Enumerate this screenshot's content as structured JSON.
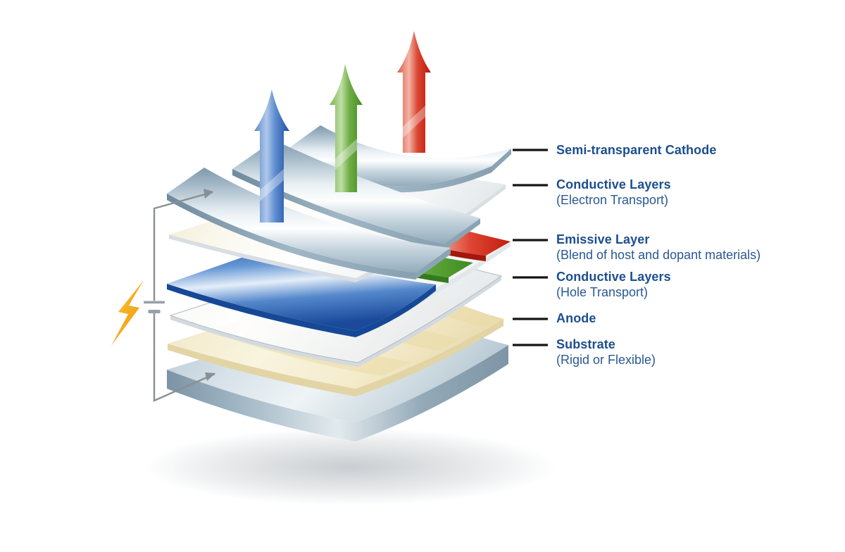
{
  "figure": {
    "type": "exploded-layer-diagram",
    "subject": "OLED layer structure",
    "callouts": [
      {
        "title": "Semi-transparent Cathode",
        "subtitle": ""
      },
      {
        "title": "Conductive Layers",
        "subtitle": "(Electron Transport)"
      },
      {
        "title": "Emissive Layer",
        "subtitle": "(Blend of host and dopant materials)"
      },
      {
        "title": "Conductive Layers",
        "subtitle": "(Hole Transport)"
      },
      {
        "title": "Anode",
        "subtitle": ""
      },
      {
        "title": "Substrate",
        "subtitle": "(Rigid or Flexible)"
      }
    ],
    "colors": {
      "label_text": "#1C4E8E",
      "label_subtext": "#2A5895",
      "leader_line": "#151515",
      "wire": "#8A8F94",
      "battery": "#98A0A8",
      "bolt_orange": "#F6A51F",
      "arrow_blue": "#2F63B5",
      "arrow_green": "#58A437",
      "arrow_red": "#D5281B",
      "cathode_strip": "#A9BFCD",
      "transport_layer": "#F2F4F5",
      "emissive_blue": "#1E53A9",
      "emissive_green": "#4E9C2E",
      "emissive_red": "#C62114",
      "anode_cream": "#F5EDCB",
      "substrate_gray": "#9FB3C2"
    },
    "icons": [
      "up-arrow-blue",
      "up-arrow-green",
      "up-arrow-red",
      "lightning-bolt",
      "battery-cell"
    ]
  }
}
